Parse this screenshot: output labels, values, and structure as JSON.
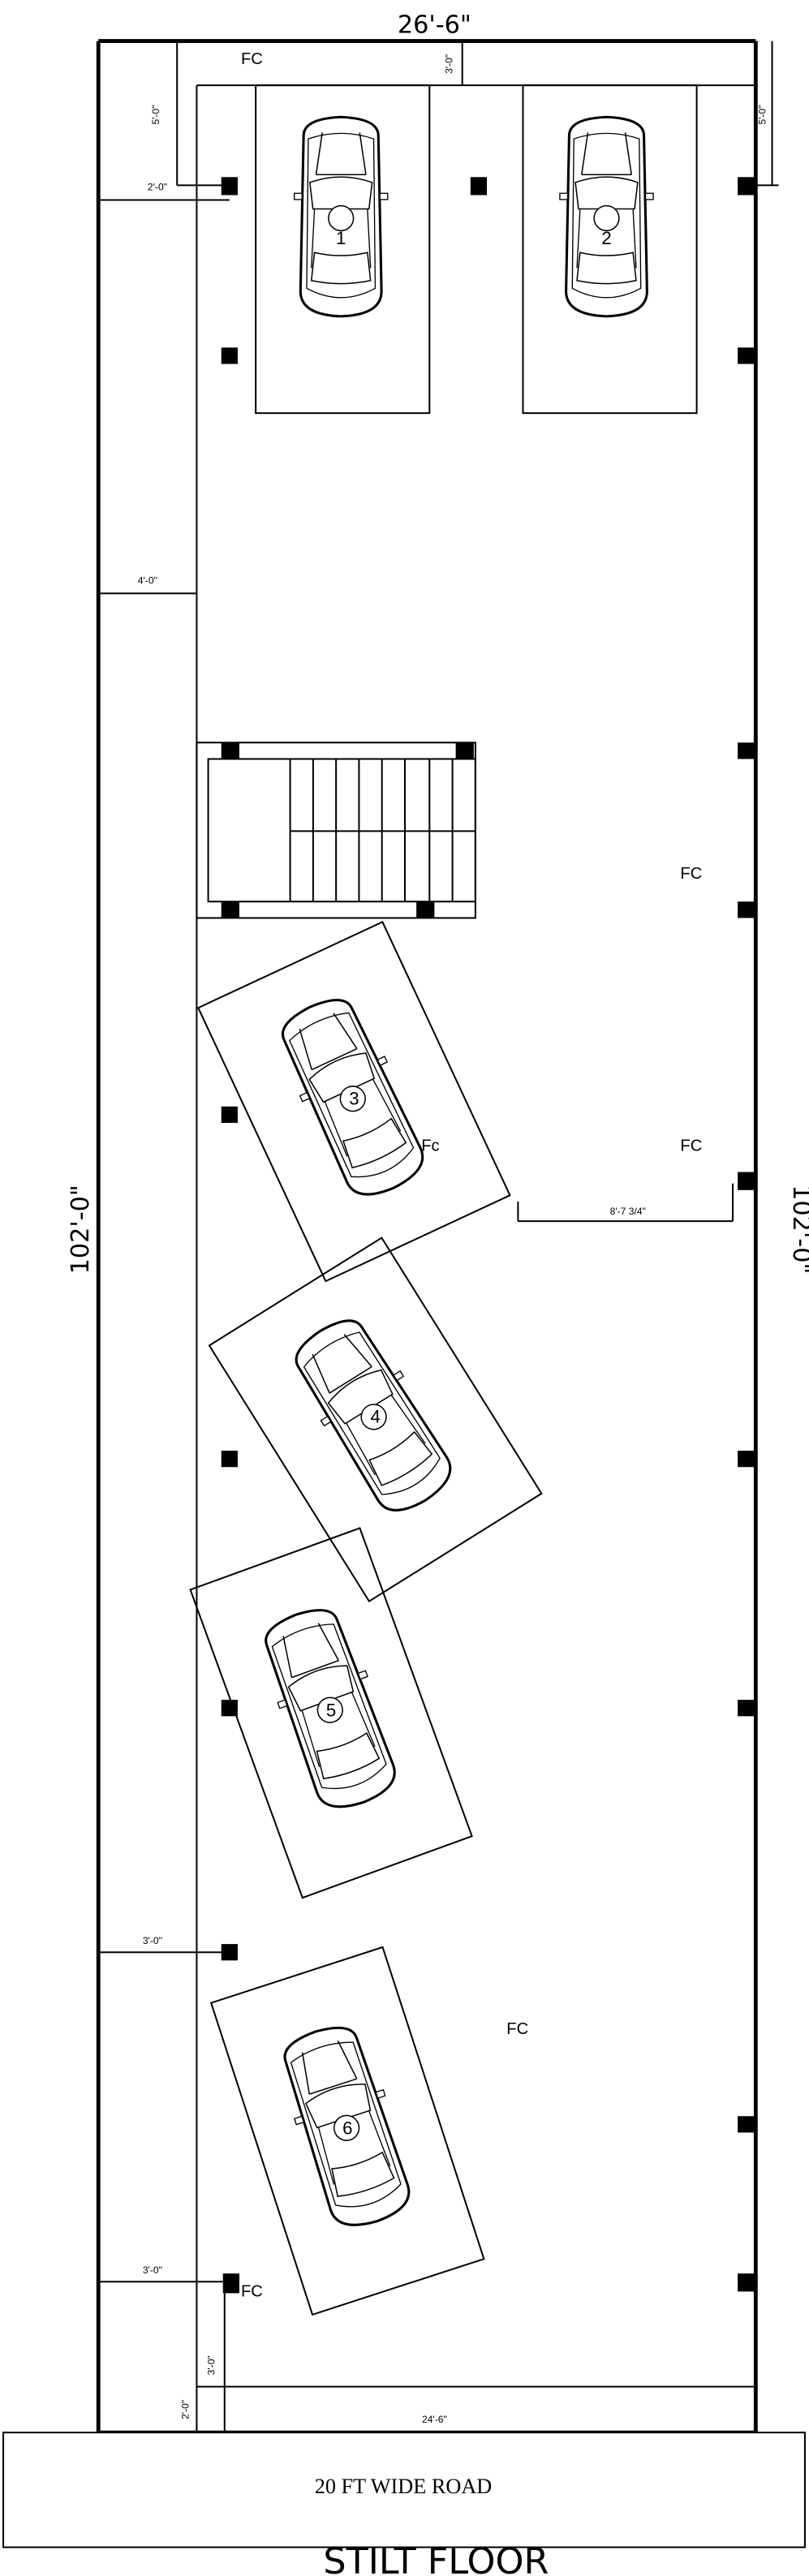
{
  "drawing": {
    "title": "STILT FLOOR",
    "road_label": "20 FT WIDE ROAD",
    "width_dimension": "26'-6\"",
    "left_length_dimension": "102'-0\"",
    "right_length_dimension": "102'-0\"",
    "fc_label": "FC",
    "fc_label_small": "Fc"
  },
  "dimensions": {
    "top_left_vertical": "5'-0\"",
    "top_left_horizontal": "2'-0\"",
    "top_middle_vertical": "3'-0\"",
    "top_right_vertical": "5'-0\"",
    "left_setback": "4'-0\"",
    "drive_aisle": "8'-7 3/4\"",
    "lower_left_1": "3'-0\"",
    "lower_left_2": "3'-0\"",
    "bottom_setback": "3'-0\"",
    "bottom_left_vertical": "2'-0\"",
    "bottom_width": "24'-6\""
  },
  "parking": {
    "spots": [
      {
        "number": "1"
      },
      {
        "number": "2"
      },
      {
        "number": "3"
      },
      {
        "number": "4"
      },
      {
        "number": "5"
      },
      {
        "number": "6"
      }
    ]
  }
}
